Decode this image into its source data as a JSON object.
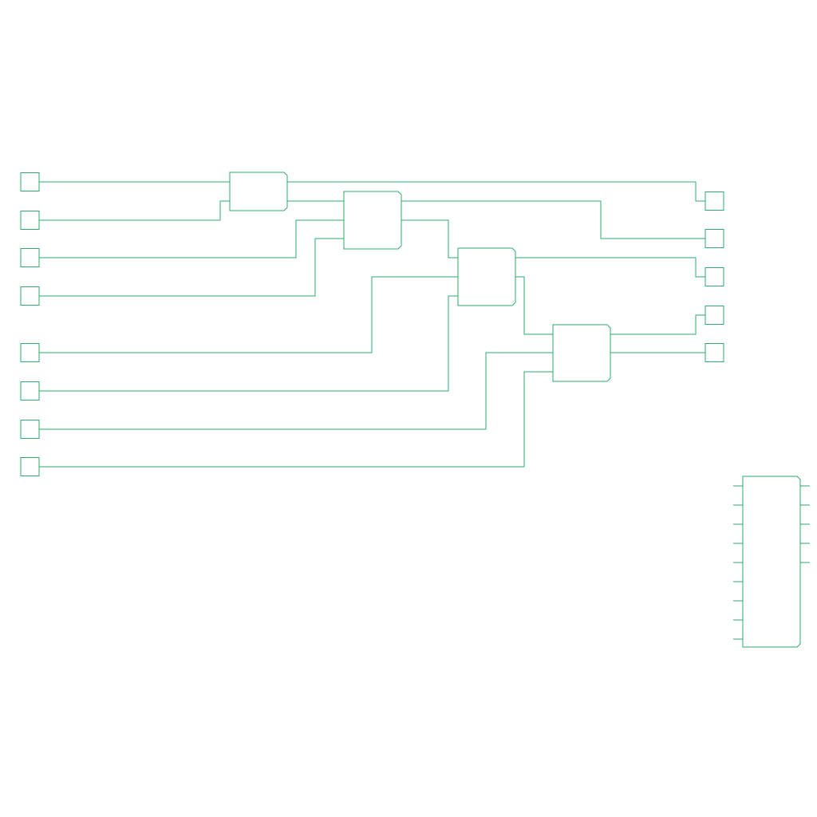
{
  "diagram": {
    "type": "logic-circuit",
    "colors": {
      "line": "#2eaa6e",
      "background": "#ffffff"
    },
    "input_pads": [
      "in-1",
      "in-2",
      "in-3",
      "in-4",
      "in-5",
      "in-6",
      "in-7",
      "in-8"
    ],
    "output_pads": [
      "out-1",
      "out-2",
      "out-3",
      "out-4",
      "out-5"
    ],
    "blocks": [
      "block-1",
      "block-2",
      "block-3",
      "block-4"
    ],
    "summary_block": {
      "input_pins": 9,
      "output_pins": 5
    }
  }
}
